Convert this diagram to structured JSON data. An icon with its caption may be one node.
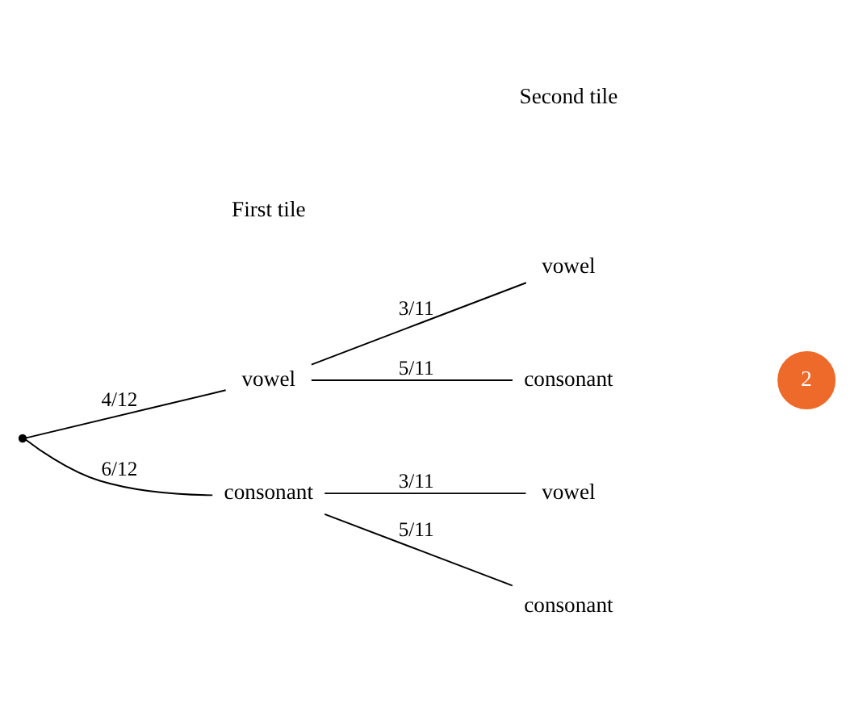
{
  "diagram": {
    "nodes": [
      {
        "text": [],
        "shape": "point"
      },
      {
        "text": [
          "vowel"
        ]
      },
      {
        "text": [
          "consonant"
        ]
      },
      {
        "text": [
          "vowel"
        ]
      },
      {
        "text": [
          "consonant"
        ]
      },
      {
        "text": [
          "vowel"
        ]
      },
      {
        "text": [
          "consonant"
        ]
      },
      {
        "text": [
          "2"
        ]
      }
    ],
    "edges": [
      {
        "from": 0,
        "to": 1,
        "arrow": "none",
        "label": "4/12"
      },
      {
        "from": 0,
        "to": 2,
        "arrow": "none",
        "label": "6/12"
      },
      {
        "from": 1,
        "to": 3,
        "arrow": "none",
        "label": "3/11"
      },
      {
        "from": 1,
        "to": 4,
        "arrow": "none",
        "label": "5/11"
      },
      {
        "from": 2,
        "to": 5,
        "arrow": "none",
        "label": "3/11"
      },
      {
        "from": 2,
        "to": 6,
        "arrow": "none",
        "label": "5/11"
      }
    ],
    "labels": [
      "First tile",
      "Second tile"
    ]
  }
}
